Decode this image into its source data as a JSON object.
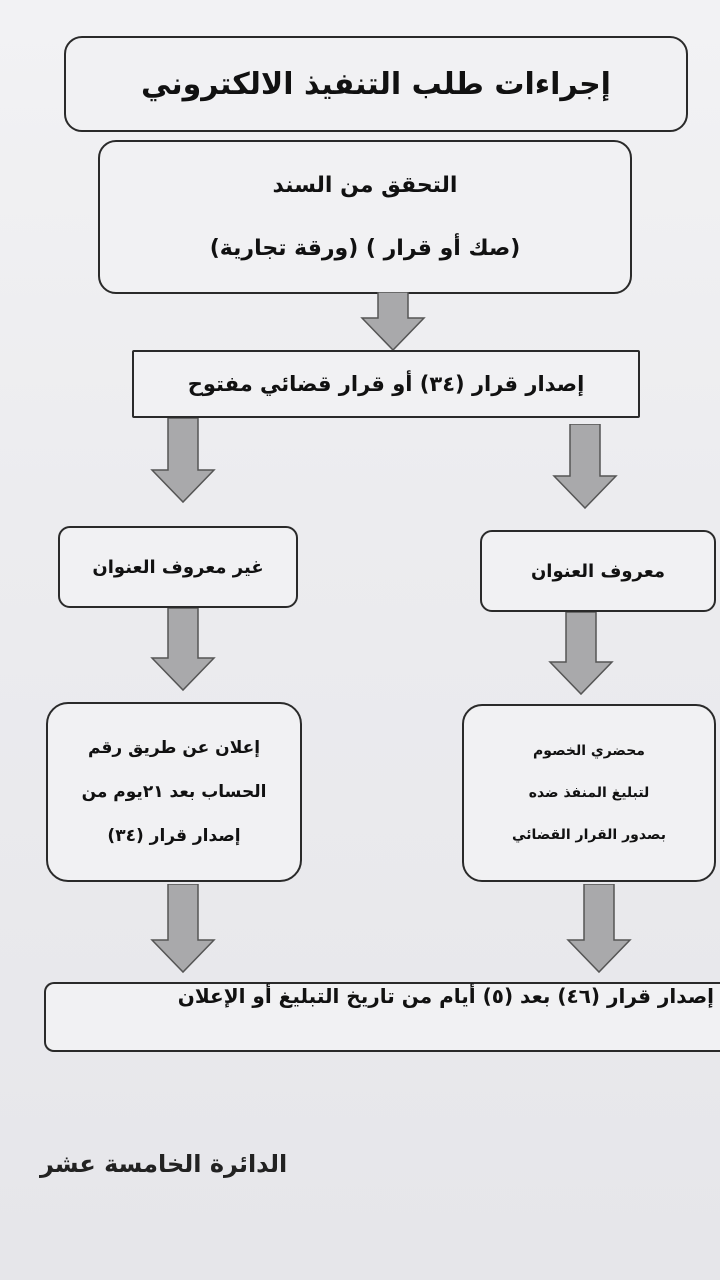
{
  "title": "إجراءات طلب التنفيذ الالكتروني",
  "step1": {
    "line1": "التحقق من السند",
    "line2": "(صك أو قرار ) (ورقة تجارية)"
  },
  "step2": "إصدار قرار (٣٤) أو قرار قضائي مفتوح",
  "branch_right": {
    "label": "معروف العنوان",
    "lines": [
      "محضري الخصوم",
      "لتبليغ المنفذ ضده",
      "بصدور القرار القضائي"
    ]
  },
  "branch_left": {
    "label": "غير معروف العنوان",
    "lines": [
      "إعلان عن طريق رقم",
      "الحساب بعد ٢١يوم من",
      "إصدار قرار (٣٤)"
    ]
  },
  "final": "إصدار قرار (٤٦) بعد (٥) أيام من تاريخ التبليغ أو الإعلان",
  "footer": "الدائرة الخامسة عشر",
  "colors": {
    "border": "#2a2a2a",
    "arrow_fill": "#a9a9ab",
    "paper": "#ececef"
  }
}
